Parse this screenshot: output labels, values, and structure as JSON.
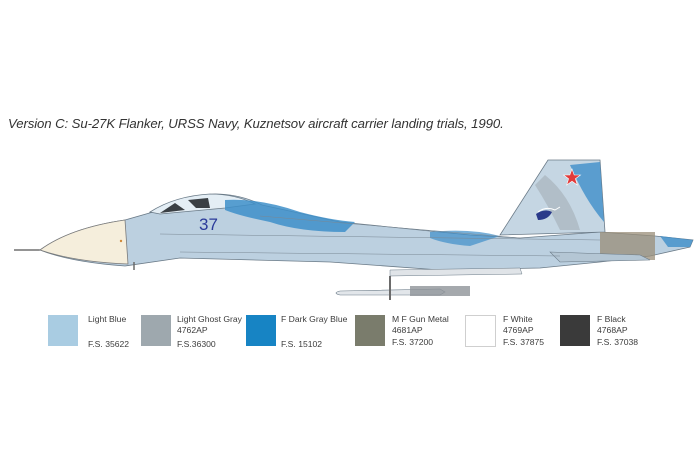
{
  "caption": "Version C: Su-27K Flanker, URSS Navy, Kuznetsov aircraft carrier landing trials, 1990.",
  "aircraft": {
    "model": "Su-27K Flanker",
    "tail_number": "37",
    "insignia": "red-star"
  },
  "colors": [
    {
      "name": "Light Blue",
      "code": "",
      "fs": "F.S. 35622",
      "hex": "#a9cce2"
    },
    {
      "name": "Light Ghost Gray",
      "code": "4762AP",
      "fs": "F.S.36300",
      "hex": "#9ea8ae"
    },
    {
      "name": "F Dark Gray Blue",
      "code": "",
      "fs": "F.S. 15102",
      "hex": "#1784c4"
    },
    {
      "name": "M F Gun Metal",
      "code": "4681AP",
      "fs": "F.S. 37200",
      "hex": "#7a7c6c"
    },
    {
      "name": "F White",
      "code": "4769AP",
      "fs": "F.S. 37875",
      "hex": "#ffffff"
    },
    {
      "name": "F Black",
      "code": "4768AP",
      "fs": "F.S. 37038",
      "hex": "#3a3a3a"
    }
  ]
}
